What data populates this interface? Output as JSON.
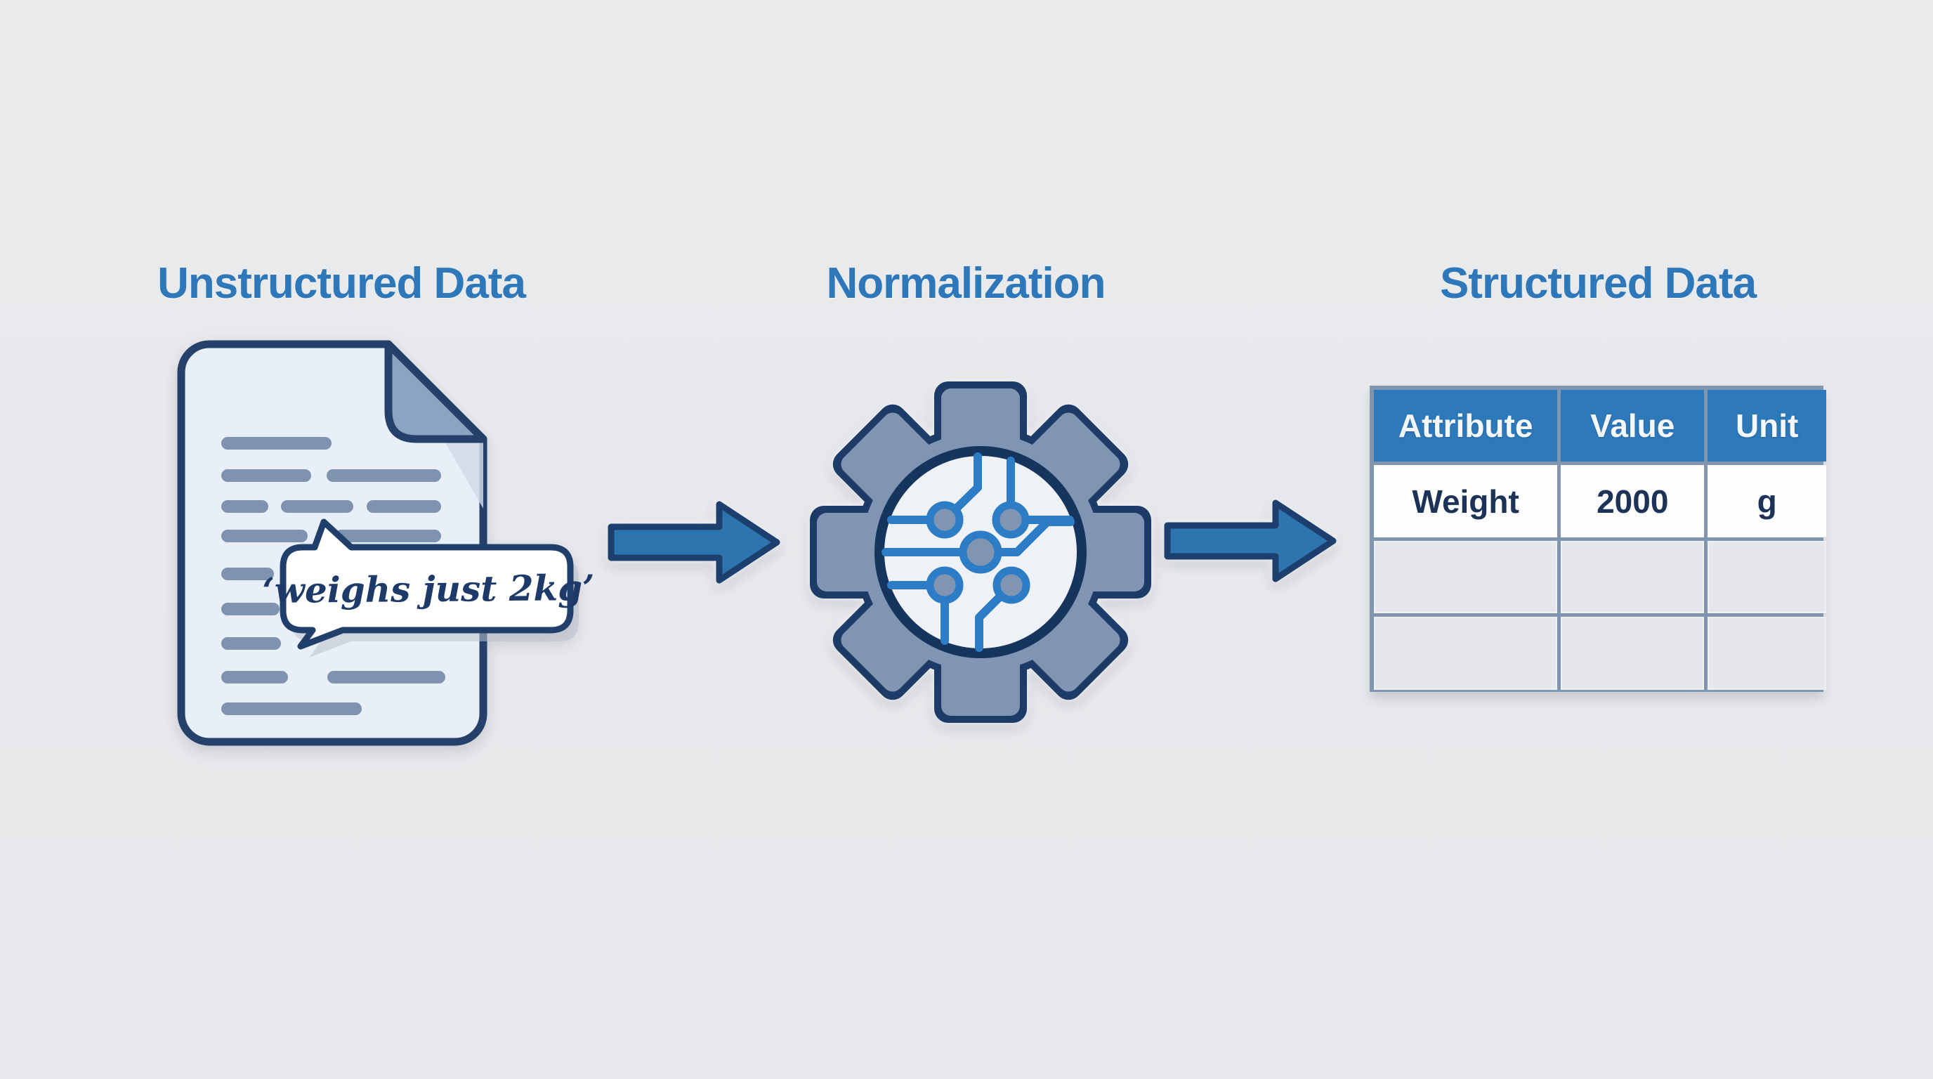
{
  "sections": {
    "unstructured": {
      "title": "Unstructured Data"
    },
    "normalization": {
      "title": "Normalization"
    },
    "structured": {
      "title": "Structured Data"
    }
  },
  "document": {
    "annotation": "‘weighs just 2kg’"
  },
  "table": {
    "headers": [
      "Attribute",
      "Value",
      "Unit"
    ],
    "rows": [
      [
        "Weight",
        "2000",
        "g"
      ],
      [
        "",
        "",
        ""
      ],
      [
        "",
        "",
        ""
      ]
    ]
  },
  "icons": {
    "document": "document-with-text-lines",
    "speech_bubble": "speech-bubble-annotation",
    "gear": "gear-with-circuit",
    "arrow": "right-block-arrow"
  },
  "colors": {
    "background": "#e8e9eb",
    "title_blue": "#2e77b9",
    "navy_outline": "#20406b",
    "doc_fill": "#e9eff8",
    "fold_fill": "#8ca4c1",
    "text_bar": "#7d93af",
    "arrow_fill": "#2e75b0",
    "gear_body": "#8095b1",
    "circuit_blue": "#2d7dc6",
    "table_border": "#8096ae",
    "header_bg": "#2e79ba",
    "cell_text": "#1c3357"
  }
}
